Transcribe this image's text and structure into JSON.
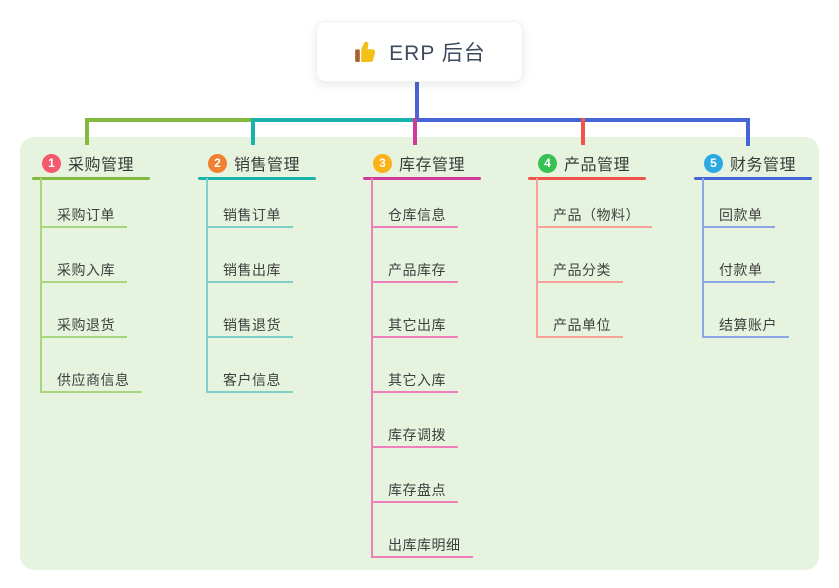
{
  "root_node": {
    "icon": "thumbs-up-icon",
    "label": "ERP 后台"
  },
  "connectors": {
    "root_color": "#4b63d6"
  },
  "canvas": {
    "background": "#ffffff",
    "panel_background": "#e6f4df"
  },
  "branches": [
    {
      "index": "1",
      "title": "采购管理",
      "badge_color": "#f5596e",
      "line_color": "#82b93e",
      "sub_color": "#a8d57d",
      "items": [
        "采购订单",
        "采购入库",
        "采购退货",
        "供应商信息"
      ]
    },
    {
      "index": "2",
      "title": "销售管理",
      "badge_color": "#f0812f",
      "line_color": "#17b3ac",
      "sub_color": "#7dd0c8",
      "items": [
        "销售订单",
        "销售出库",
        "销售退货",
        "客户信息"
      ]
    },
    {
      "index": "3",
      "title": "库存管理",
      "badge_color": "#fbb216",
      "line_color": "#d03a9a",
      "sub_color": "#ee7fba",
      "items": [
        "仓库信息",
        "产品库存",
        "其它出库",
        "其它入库",
        "库存调拨",
        "库存盘点",
        "出库库明细"
      ]
    },
    {
      "index": "4",
      "title": "产品管理",
      "badge_color": "#35c153",
      "line_color": "#f2544d",
      "sub_color": "#f8a09a",
      "items": [
        "产品（物料）",
        "产品分类",
        "产品单位"
      ]
    },
    {
      "index": "5",
      "title": "财务管理",
      "badge_color": "#2ba9e2",
      "line_color": "#4464d8",
      "sub_color": "#8ba5e5",
      "items": [
        "回款单",
        "付款单",
        "结算账户"
      ]
    }
  ]
}
